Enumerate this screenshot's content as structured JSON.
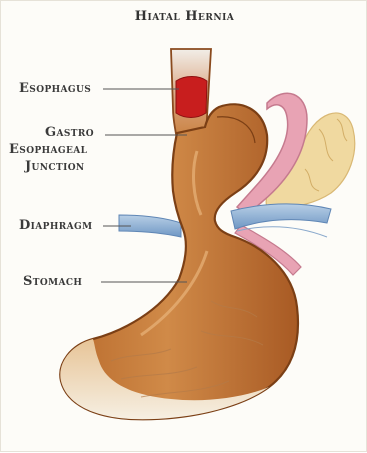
{
  "title": "Hiatal Hernia",
  "labels": {
    "esophagus": "Esophagus",
    "gej_line1": "Gastro",
    "gej_line2": "Esophageal",
    "gej_line3": "Junction",
    "diaphragm": "Diaphragm",
    "stomach": "Stomach"
  },
  "colors": {
    "stomach": "#c9813f",
    "stomach_dark": "#8a4a1e",
    "stomach_light": "#e2a868",
    "stomach_pale": "#f3e6d0",
    "esophagus_red": "#c81e1e",
    "diaphragm_blue": "#8fb2d6",
    "pink_organ": "#e8a3b4",
    "yellow_fat": "#f0d9a0"
  }
}
